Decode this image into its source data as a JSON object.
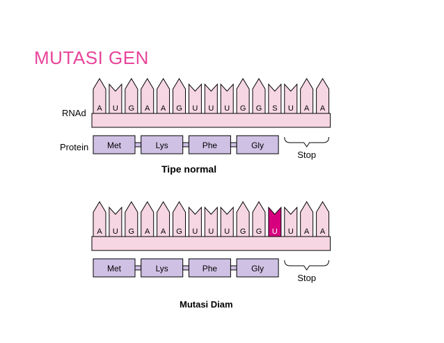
{
  "title": "MUTASI GEN",
  "labels": {
    "rna": "RNAd",
    "protein": "Protein",
    "stop": "Stop",
    "normal_caption": "Tipe normal",
    "mutation_caption": "Mutasi Diam"
  },
  "colors": {
    "title": "#e8449a",
    "base_fill": "#f6d6e3",
    "protein_fill": "#cfc1e4",
    "mutated_base": "#d6007e",
    "outline": "#000000"
  },
  "strands": [
    {
      "name": "normal",
      "bases": [
        "A",
        "U",
        "G",
        "A",
        "A",
        "G",
        "U",
        "U",
        "U",
        "G",
        "G",
        "S",
        "U",
        "A",
        "A"
      ],
      "mutated_index": null,
      "amino_acids": [
        "Met",
        "Lys",
        "Phe",
        "Gly"
      ]
    },
    {
      "name": "mutant",
      "bases": [
        "A",
        "U",
        "G",
        "A",
        "A",
        "G",
        "U",
        "U",
        "U",
        "G",
        "G",
        "U",
        "U",
        "A",
        "A"
      ],
      "mutated_index": 11,
      "amino_acids": [
        "Met",
        "Lys",
        "Phe",
        "Gly"
      ]
    }
  ]
}
